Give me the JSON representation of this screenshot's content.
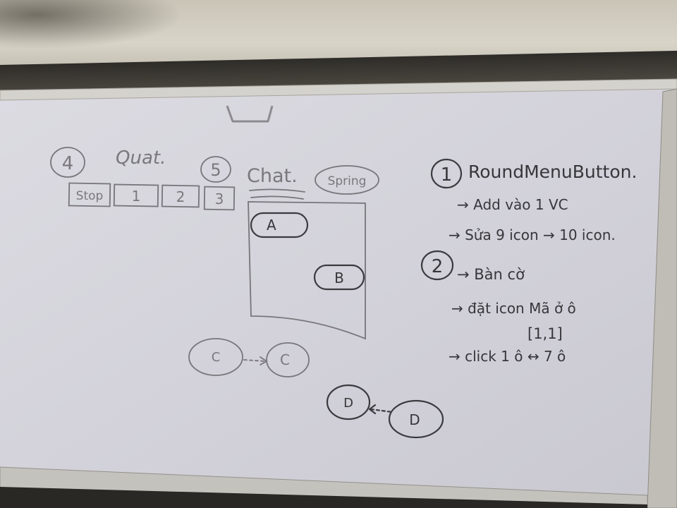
{
  "board": {
    "left": {
      "section4_num": "4",
      "section4_title": "Quat.",
      "buttons": [
        "Stop",
        "1",
        "2",
        "3"
      ],
      "section5_num": "5",
      "section5_title": "Chat.",
      "spring_label": "Spring",
      "bubble_a": "A",
      "bubble_b": "B",
      "node_c1": "C",
      "node_c2": "C",
      "node_d1": "D",
      "node_d2": "D"
    },
    "right": {
      "item1_num": "1",
      "item1_title": "RoundMenuButton.",
      "item1_line1": "→ Add vào 1 VC",
      "item1_line2": "→ Sửa 9 icon → 10 icon.",
      "item2_num": "2",
      "item2_line1": "→ Bàn cờ",
      "item2_line2": "→ đặt icon Mã ở ô",
      "item2_line3": "[1,1]",
      "item2_line4": "→ click 1 ô ↔ 7 ô"
    }
  },
  "colors": {
    "board": "#d6d4dc",
    "ink": "#3b3a3f",
    "frame": "#c8c6c2"
  }
}
